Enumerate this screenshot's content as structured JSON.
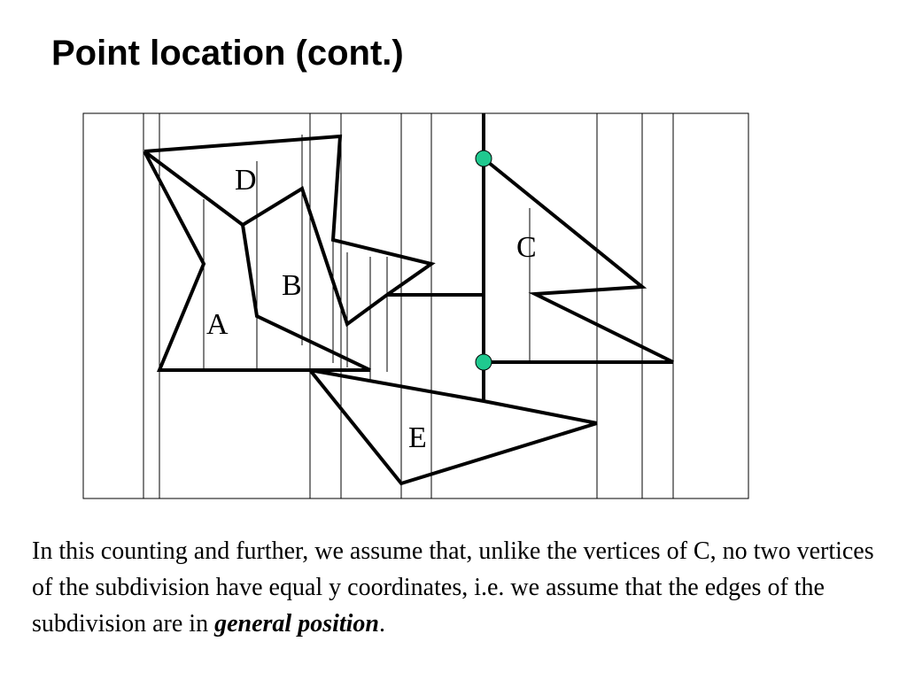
{
  "slide": {
    "title": "Point location (cont.)"
  },
  "diagram": {
    "region_labels": {
      "A": "A",
      "B": "B",
      "C": "C",
      "D": "D",
      "E": "E"
    },
    "colors": {
      "edge": "#000000",
      "slab_line": "#000000",
      "marked_vertex": "#1fc98f"
    }
  },
  "caption": {
    "text_before": "In this counting and further, we assume that, unlike the vertices of C, no two vertices of the subdivision have equal y coordinates, i.e. we assume that the edges of the subdivision are in ",
    "emphasis": "general position",
    "text_after": "."
  }
}
